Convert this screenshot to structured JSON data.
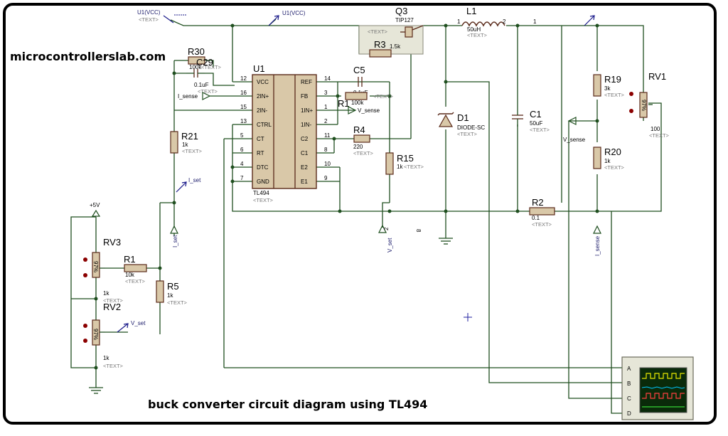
{
  "site_name": "microcontrollerslab.com",
  "caption": "buck converter circuit diagram using TL494",
  "text_placeholder": "<TEXT>",
  "ic": {
    "ref": "U1",
    "part": "TL494",
    "left_pins": [
      {
        "num": "12",
        "name": "VCC"
      },
      {
        "num": "16",
        "name": "2IN+"
      },
      {
        "num": "15",
        "name": "2IN-"
      },
      {
        "num": "13",
        "name": "CTRL"
      },
      {
        "num": "5",
        "name": "CT"
      },
      {
        "num": "6",
        "name": "RT"
      },
      {
        "num": "4",
        "name": "DTC"
      },
      {
        "num": "7",
        "name": "GND"
      }
    ],
    "right_pins": [
      {
        "num": "14",
        "name": "REF"
      },
      {
        "num": "3",
        "name": "FB"
      },
      {
        "num": "1",
        "name": "1IN+"
      },
      {
        "num": "2",
        "name": "1IN-"
      },
      {
        "num": "11",
        "name": "C2"
      },
      {
        "num": "8",
        "name": "C1"
      },
      {
        "num": "10",
        "name": "E2"
      },
      {
        "num": "9",
        "name": "E1"
      }
    ]
  },
  "components": {
    "r30": {
      "ref": "R30",
      "value": "100k"
    },
    "c29": {
      "ref": "C29",
      "value": "0.1uF"
    },
    "c5": {
      "ref": "C5",
      "value": "0.1uF"
    },
    "r1_top": {
      "ref": "R1",
      "value": "100k"
    },
    "r21": {
      "ref": "R21",
      "value": "1k"
    },
    "r4": {
      "ref": "R4",
      "value": "220"
    },
    "r15": {
      "ref": "R15",
      "value": "1k"
    },
    "q3": {
      "ref": "Q3",
      "value": "TIP127"
    },
    "r3": {
      "ref": "R3",
      "value": "1.5k"
    },
    "l1": {
      "ref": "L1",
      "value": "50uH",
      "pin1": "1",
      "pin2": "2"
    },
    "d1": {
      "ref": "D1",
      "value": "DIODE-SC"
    },
    "c1": {
      "ref": "C1",
      "value": "50uF"
    },
    "r19": {
      "ref": "R19",
      "value": "3k"
    },
    "r20": {
      "ref": "R20",
      "value": "1k"
    },
    "rv1": {
      "ref": "RV1",
      "value": "100"
    },
    "r2": {
      "ref": "R2",
      "value": "0.1"
    },
    "rv3": {
      "ref": "RV3",
      "value": "1k"
    },
    "rv2": {
      "ref": "RV2",
      "value": "1k"
    },
    "r1_bottom": {
      "ref": "R1",
      "value": "10k"
    },
    "r5": {
      "ref": "R5",
      "value": "1k"
    }
  },
  "terminals": {
    "u1vcc_left": "U1(VCC)",
    "u1vcc_right": "U1(VCC)",
    "i_sense_in": "I_sense",
    "v_sense_in": "V_sense",
    "i_set_arrow": "I_set",
    "i_set_term": "I_set",
    "v_set_arrow": "V_set",
    "v_set_term": "V_set",
    "v_sense_out": "V_sense",
    "i_sense_term": "I_sense",
    "plus5v": "+5V",
    "node_1": "1",
    "node_2": "2",
    "node_8": "8"
  },
  "percent": "97%",
  "scope_channels": [
    "A",
    "B",
    "C",
    "D"
  ],
  "colors": {
    "wire": "#1f4f1f",
    "component_fill": "#d9c8a8",
    "component_stroke": "#5a2a1a",
    "scope_screen": "#0a2a0a",
    "trace_a": "#e8e800",
    "trace_b": "#00c8ff",
    "trace_c": "#ff4040",
    "trace_d": "#40ff40"
  }
}
